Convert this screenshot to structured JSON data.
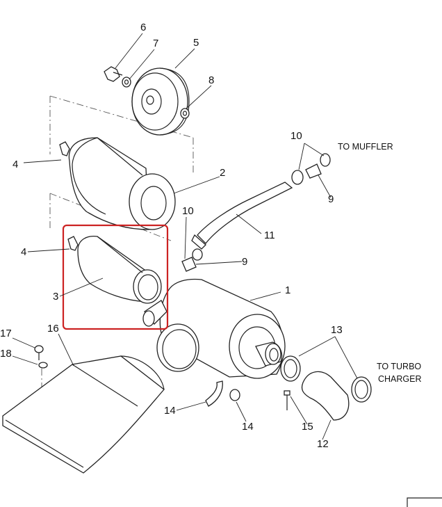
{
  "labels": {
    "n1": "1",
    "n2": "2",
    "n3": "3",
    "n4a": "4",
    "n4b": "4",
    "n5": "5",
    "n6": "6",
    "n7": "7",
    "n8": "8",
    "n9a": "9",
    "n9b": "9",
    "n10a": "10",
    "n10b": "10",
    "n11": "11",
    "n12": "12",
    "n13": "13",
    "n14a": "14",
    "n14b": "14",
    "n15": "15",
    "n16": "16",
    "n17": "17",
    "n18": "18"
  },
  "notes": {
    "to_muffler": "TO MUFFLER",
    "to_turbo_line1": "TO TURBO",
    "to_turbo_line2": "CHARGER"
  },
  "colors": {
    "highlight": "#cc2222",
    "line": "#222222"
  },
  "highlight": {
    "part": "3"
  }
}
